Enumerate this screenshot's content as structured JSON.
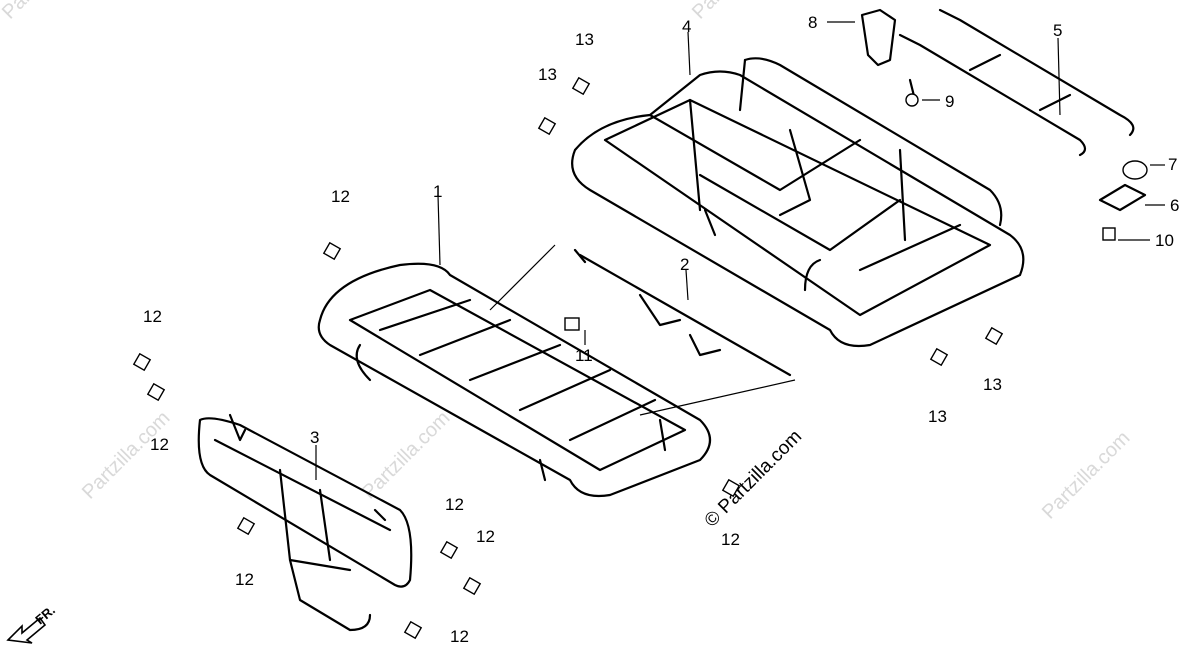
{
  "watermark": {
    "diag_text": "Partzilla.com",
    "center_text": "© Partzilla.com"
  },
  "direction": {
    "label": "FR.",
    "icon": "front-arrow-icon"
  },
  "callouts": {
    "c1": "1",
    "c2": "2",
    "c3": "3",
    "c4": "4",
    "c5": "5",
    "c6": "6",
    "c7": "7",
    "c8": "8",
    "c9": "9",
    "c10": "10",
    "c11": "11",
    "c12a": "12",
    "c12b": "12",
    "c12c": "12",
    "c12d": "12",
    "c12e": "12",
    "c12f": "12",
    "c12g": "12",
    "c12h": "12",
    "c13a": "13",
    "c13b": "13",
    "c13c": "13",
    "c13d": "13"
  }
}
